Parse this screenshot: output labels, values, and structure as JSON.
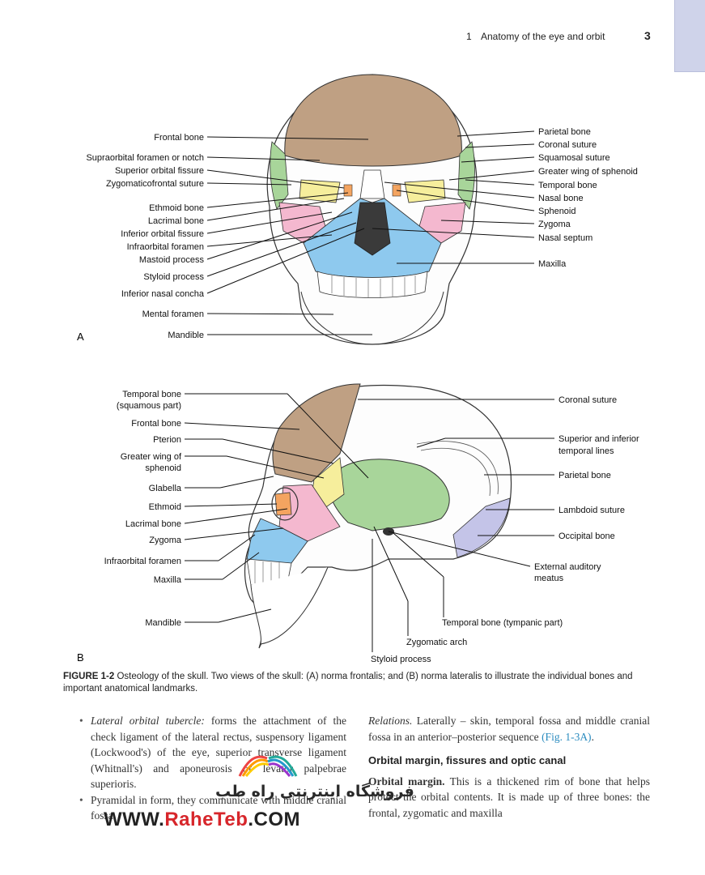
{
  "header": {
    "chapter": "1",
    "title": "Anatomy of the eye and orbit",
    "page": "3"
  },
  "figure": {
    "panel_a": {
      "letter": "A",
      "left_labels": [
        "Frontal bone",
        "Supraorbital foramen or notch",
        "Superior orbital fissure",
        "Zygomaticofrontal suture",
        "Ethmoid bone",
        "Lacrimal bone",
        "Inferior orbital fissure",
        "Infraorbital foramen",
        "Mastoid process",
        "Styloid process",
        "Inferior nasal concha",
        "Mental foramen",
        "Mandible"
      ],
      "right_labels": [
        "Parietal bone",
        "Coronal suture",
        "Squamosal suture",
        "Greater wing of sphenoid",
        "Temporal bone",
        "Nasal bone",
        "Sphenoid",
        "Zygoma",
        "Nasal septum",
        "Maxilla"
      ]
    },
    "panel_b": {
      "letter": "B",
      "left_labels": [
        "Temporal bone",
        "(squamous part)",
        "Frontal bone",
        "Pterion",
        "Greater wing of",
        "sphenoid",
        "Glabella",
        "Ethmoid",
        "Lacrimal bone",
        "Zygoma",
        "Infraorbital foramen",
        "Maxilla",
        "Mandible"
      ],
      "right_labels": [
        "Coronal suture",
        "Superior and inferior",
        "temporal lines",
        "Parietal bone",
        "Lambdoid suture",
        "Occipital bone",
        "External auditory",
        "meatus"
      ],
      "bottom_labels": [
        "Temporal bone (tympanic part)",
        "Zygomatic arch",
        "Styloid process"
      ]
    },
    "caption": {
      "label": "FIGURE 1-2",
      "text": "Osteology of the skull. Two views of the skull: (A) norma frontalis; and (B) norma lateralis to illustrate the individual bones and important anatomical landmarks."
    },
    "colors": {
      "frontal": "#bfa083",
      "parietal": "#ffffff",
      "temporal": "#a8d59a",
      "sphenoid": "#f4b8cf",
      "maxilla": "#8ec9ee",
      "ethmoid": "#f4a460",
      "lacrimal": "#f6ee9c",
      "occipital": "#c4c4e8",
      "tab": "#cfd3ea"
    }
  },
  "body": {
    "left_col": {
      "item1_term": "Lateral orbital tubercle:",
      "item1_text": "forms the attachment of the check ligament of the lateral rectus, suspensory ligament (Lockwood's) of the eye, superior transverse ligament (Whitnall's) and aponeurosis of levator palpebrae superioris.",
      "item2_text": "Pyramidal in form, they communicate with middle cranial fossa."
    },
    "right_col": {
      "relations_term": "Relations.",
      "relations_text": "Laterally – skin, temporal fossa and middle cranial fossa in an anterior–posterior sequence",
      "relations_ref": "(Fig. 1-3A)",
      "relations_end": ".",
      "subheading": "Orbital margin, fissures and optic canal",
      "margin_term": "Orbital margin.",
      "margin_text": "This is a thickened rim of bone that helps protect the orbital contents. It is made up of three bones: the frontal, zygomatic and maxilla"
    }
  },
  "watermark": {
    "url_prefix": "WWW.",
    "url_brand": "RaheTeb",
    "url_suffix": ".COM",
    "persian": "فروشگاه اینترنتی راه طب"
  }
}
